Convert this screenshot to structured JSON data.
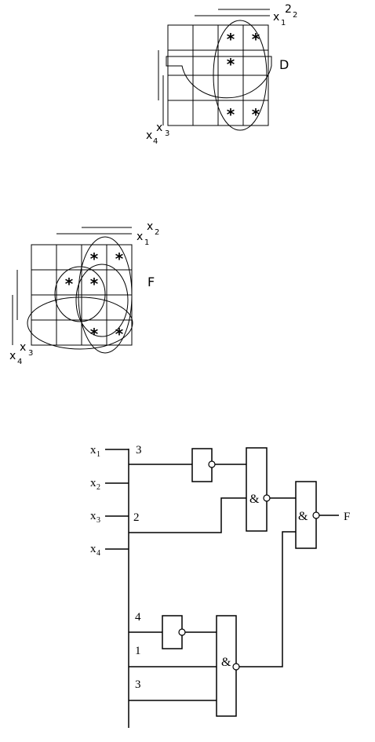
{
  "kmap_d": {
    "label": "D",
    "var_top_main": "x",
    "var_top_sub": "1",
    "var_top_sup": "2",
    "var_left_main": "x",
    "var_left_sub": "4",
    "var_left_sup": "3",
    "marks": [
      {
        "row": 0,
        "col": 2,
        "text": "*"
      },
      {
        "row": 0,
        "col": 3,
        "text": "*"
      },
      {
        "row": 1,
        "col": 2,
        "text": "*"
      },
      {
        "row": 3,
        "col": 2,
        "text": "*"
      },
      {
        "row": 3,
        "col": 3,
        "text": "*"
      }
    ]
  },
  "kmap_f": {
    "label": "F",
    "var_top_main": "x",
    "var_top_sub": "1",
    "var_top_sup": "2",
    "var_left_main": "x",
    "var_left_sub": "4",
    "var_left_sup": "3",
    "marks": [
      {
        "row": 0,
        "col": 2,
        "text": "*"
      },
      {
        "row": 0,
        "col": 3,
        "text": "*"
      },
      {
        "row": 1,
        "col": 1,
        "text": "*"
      },
      {
        "row": 1,
        "col": 2,
        "text": "*"
      },
      {
        "row": 3,
        "col": 2,
        "text": "*"
      },
      {
        "row": 3,
        "col": 3,
        "text": "*"
      }
    ]
  },
  "circuit": {
    "inputs": [
      {
        "main": "x",
        "sub": "1"
      },
      {
        "main": "x",
        "sub": "2"
      },
      {
        "main": "x",
        "sub": "3"
      },
      {
        "main": "x",
        "sub": "4"
      }
    ],
    "tap_labels": [
      "3",
      "2",
      "4",
      "1",
      "3"
    ],
    "and_symbol": "&",
    "output_label": "F"
  }
}
